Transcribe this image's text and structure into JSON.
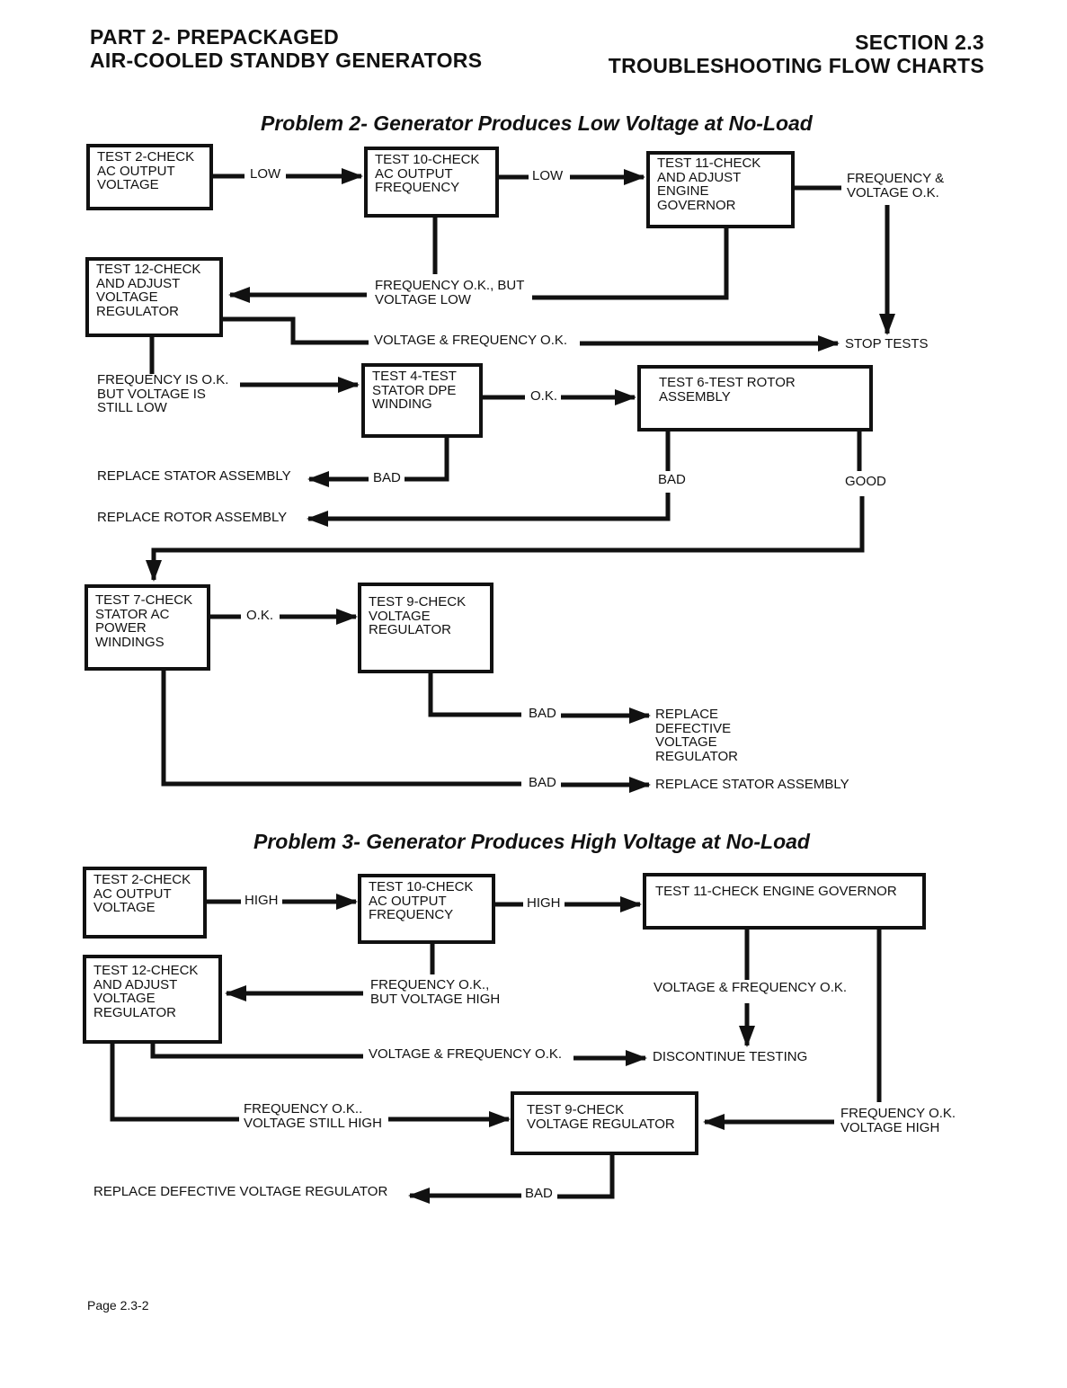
{
  "header": {
    "left": [
      "PART 2- PREPACKAGED",
      "AIR-COOLED STANDBY GENERATORS"
    ],
    "right": [
      "SECTION 2.3",
      "TROUBLESHOOTING FLOW CHARTS"
    ]
  },
  "problem2": {
    "title": "Problem 2- Generator Produces Low Voltage at No-Load",
    "boxes": {
      "test2": [
        "TEST 2-CHECK",
        "AC OUTPUT",
        "VOLTAGE"
      ],
      "test10": [
        "TEST 10-CHECK",
        "AC OUTPUT",
        "FREQUENCY"
      ],
      "test11": [
        "TEST 11-CHECK",
        "AND ADJUST",
        "ENGINE",
        "GOVERNOR"
      ],
      "test12": [
        "TEST 12-CHECK",
        "AND ADJUST",
        "VOLTAGE",
        "REGULATOR"
      ],
      "test4": [
        "TEST 4-TEST",
        "STATOR DPE",
        "WINDING"
      ],
      "test6": [
        "TEST 6-TEST ROTOR",
        "ASSEMBLY"
      ],
      "test7": [
        "TEST 7-CHECK",
        "STATOR AC",
        "POWER",
        "WINDINGS"
      ],
      "test9": [
        "TEST 9-CHECK",
        "VOLTAGE",
        "REGULATOR"
      ]
    },
    "labels": {
      "low1": "LOW",
      "low2": "LOW",
      "freq_volt_ok": [
        "FREQUENCY &",
        "VOLTAGE O.K."
      ],
      "freq_ok_volt_low": [
        "FREQUENCY O.K., BUT",
        "VOLTAGE LOW"
      ],
      "volt_freq_ok": "VOLTAGE & FREQUENCY O.K.",
      "stop_tests": "STOP TESTS",
      "freq_ok_still_low": [
        "FREQUENCY IS O.K.",
        "BUT VOLTAGE IS",
        "STILL LOW"
      ],
      "ok1": "O.K.",
      "replace_stator1": "REPLACE STATOR ASSEMBLY",
      "bad1": "BAD",
      "bad2": "BAD",
      "good": "GOOD",
      "replace_rotor": "REPLACE ROTOR ASSEMBLY",
      "ok2": "O.K.",
      "bad3": "BAD",
      "replace_vr": [
        "REPLACE",
        "DEFECTIVE",
        "VOLTAGE",
        "REGULATOR"
      ],
      "bad4": "BAD",
      "replace_stator2": "REPLACE STATOR ASSEMBLY"
    }
  },
  "problem3": {
    "title": "Problem 3- Generator Produces High Voltage at No-Load",
    "boxes": {
      "test2": [
        "TEST 2-CHECK",
        "AC OUTPUT",
        "VOLTAGE"
      ],
      "test10": [
        "TEST 10-CHECK",
        "AC OUTPUT",
        "FREQUENCY"
      ],
      "test11": [
        "TEST 11-CHECK ENGINE GOVERNOR"
      ],
      "test12": [
        "TEST 12-CHECK",
        "AND ADJUST",
        "VOLTAGE",
        "REGULATOR"
      ],
      "test9": [
        "TEST 9-CHECK",
        "VOLTAGE REGULATOR"
      ]
    },
    "labels": {
      "high1": "HIGH",
      "high2": "HIGH",
      "freq_ok_volt_high": [
        "FREQUENCY O.K.,",
        "BUT VOLTAGE HIGH"
      ],
      "volt_freq_ok_right": "VOLTAGE & FREQUENCY O.K.",
      "volt_freq_ok": "VOLTAGE & FREQUENCY O.K.",
      "discontinue": "DISCONTINUE TESTING",
      "freq_ok_still_high": [
        "FREQUENCY O.K..",
        "VOLTAGE STILL HIGH"
      ],
      "freq_ok_high_right": [
        "FREQUENCY O.K.",
        "VOLTAGE HIGH"
      ],
      "replace_vr": "REPLACE DEFECTIVE VOLTAGE REGULATOR",
      "bad": "BAD"
    }
  },
  "footer": "Page 2.3-2"
}
